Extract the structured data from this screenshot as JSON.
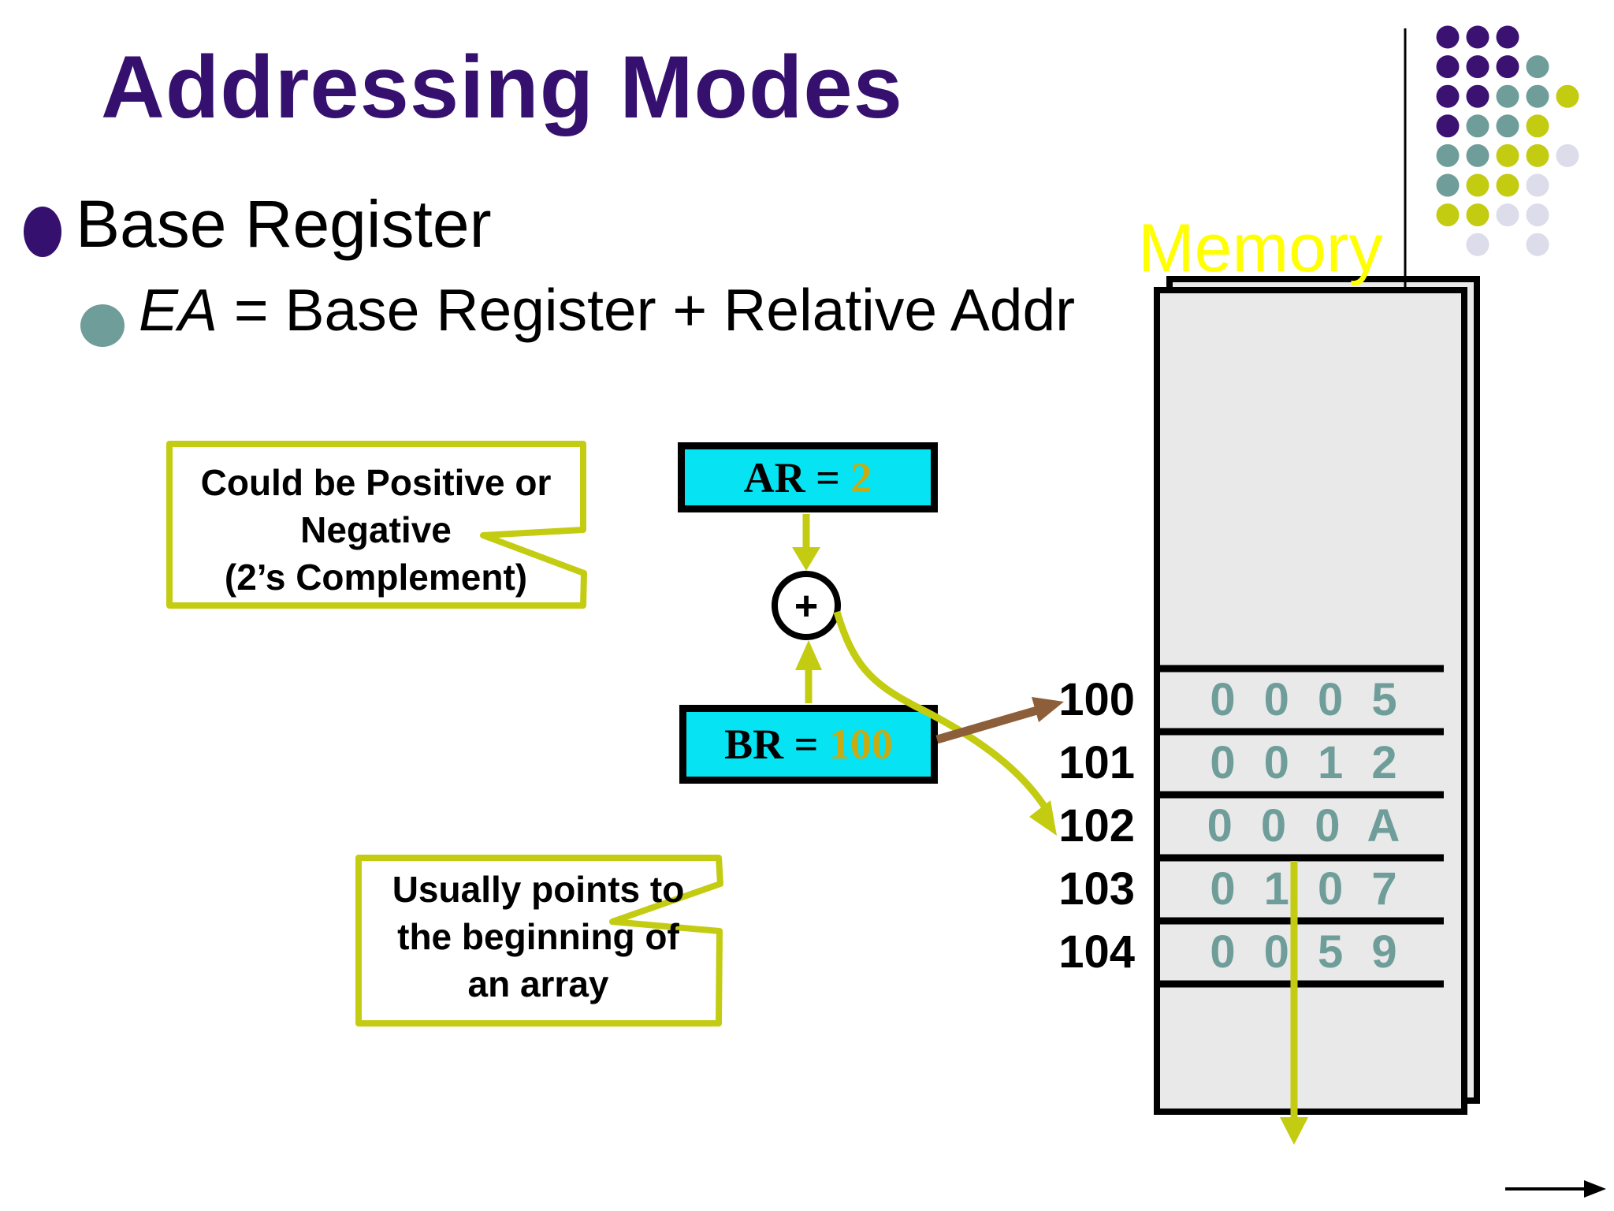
{
  "slide": {
    "title": "Addressing Modes",
    "bullet": "Base Register",
    "sub_bullet": {
      "ea": "EA",
      "rest": " = Base Register + Relative Addr"
    },
    "callout_positive": "Could be Positive or\nNegative\n(2’s Complement)",
    "callout_array": "Usually points to\nthe beginning of\nan array"
  },
  "registers": {
    "ar": {
      "prefix": "AR = ",
      "value": "2"
    },
    "br": {
      "prefix": "BR = ",
      "value": "100"
    },
    "plus_sign": "+"
  },
  "memory": {
    "label": "Memory",
    "rows": [
      {
        "address": "100",
        "value": "0 0 0 5"
      },
      {
        "address": "101",
        "value": "0 0 1 2"
      },
      {
        "address": "102",
        "value": "0 0 0 A"
      },
      {
        "address": "103",
        "value": "0 1 0 7"
      },
      {
        "address": "104",
        "value": "0 0 5 9"
      }
    ]
  },
  "colors": {
    "purple": "#36106e",
    "teal": "#6f9e9a",
    "olive": "#c3cc11",
    "gold": "#c7ab12",
    "cyan": "#06e3f2",
    "brown": "#8c5f3a",
    "yellow_bright": "#ffff00",
    "lavender": "#dcdcea",
    "purple_dot": "#3b1272",
    "memory_fill": "#e9e9e9"
  },
  "decorative_dots": {
    "pattern": [
      "PPP..",
      "PPPT.",
      "PPTTY",
      "PTTY.",
      "TTYYL",
      "TYYL.",
      "YYLL.",
      ".L.L."
    ],
    "colors": {
      "P": "#3b1272",
      "T": "#6f9e9a",
      "Y": "#c3cc11",
      "L": "#dcdcea"
    }
  }
}
